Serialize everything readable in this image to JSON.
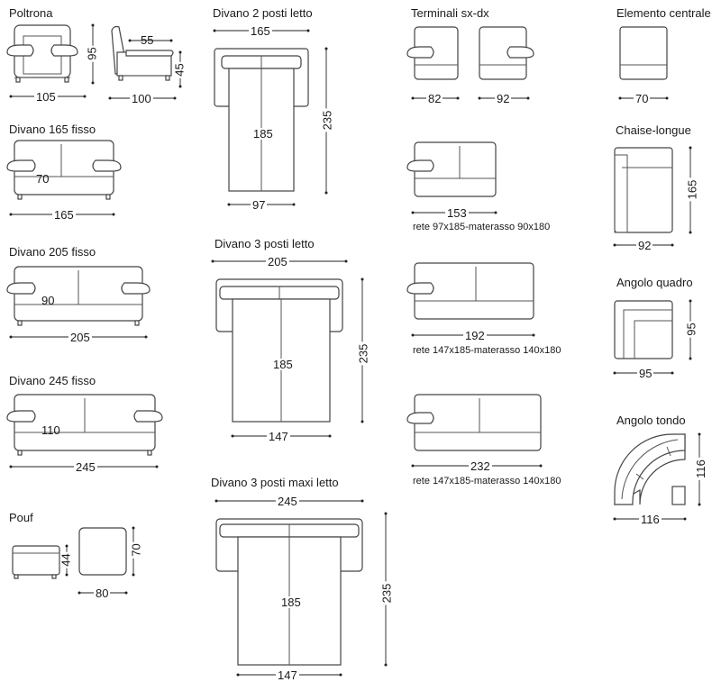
{
  "titles": {
    "poltrona": "Poltrona",
    "divano165": "Divano 165 fisso",
    "divano205": "Divano 205 fisso",
    "divano245": "Divano 245 fisso",
    "pouf": "Pouf",
    "divano2letto": "Divano 2 posti letto",
    "divano3letto": "Divano 3 posti letto",
    "divano3maxi": "Divano 3 posti maxi letto",
    "terminali": "Terminali sx-dx",
    "elemento": "Elemento centrale",
    "chaise": "Chaise-longue",
    "angoloQuadro": "Angolo quadro",
    "angoloTondo": "Angolo tondo"
  },
  "dims": {
    "poltrona_w": "105",
    "poltrona_h": "95",
    "poltrona_seat": "55",
    "poltrona_seat_h": "45",
    "poltrona_d": "100",
    "d165_w": "165",
    "d165_d": "70",
    "d205_w": "205",
    "d205_d": "90",
    "d245_w": "245",
    "d245_d": "110",
    "pouf_w": "80",
    "pouf_h": "44",
    "pouf_d": "70",
    "l2_w": "165",
    "l2_len": "185",
    "l2_open": "235",
    "l2_bed": "97",
    "l3_w": "205",
    "l3_len": "185",
    "l3_open": "235",
    "l3_bed": "147",
    "lm_w": "245",
    "lm_len": "185",
    "lm_open": "235",
    "lm_bed": "147",
    "term_sx": "82",
    "term_dx": "92",
    "t153": "153",
    "t192": "192",
    "t232": "232",
    "elem_w": "70",
    "chaise_w": "92",
    "chaise_d": "165",
    "aq_w": "95",
    "aq_d": "95",
    "at_w": "116",
    "at_d": "116"
  },
  "notes": {
    "t153": "rete 97x185-materasso 90x180",
    "t192": "rete 147x185-materasso 140x180",
    "t232": "rete 147x185-materasso 140x180"
  }
}
